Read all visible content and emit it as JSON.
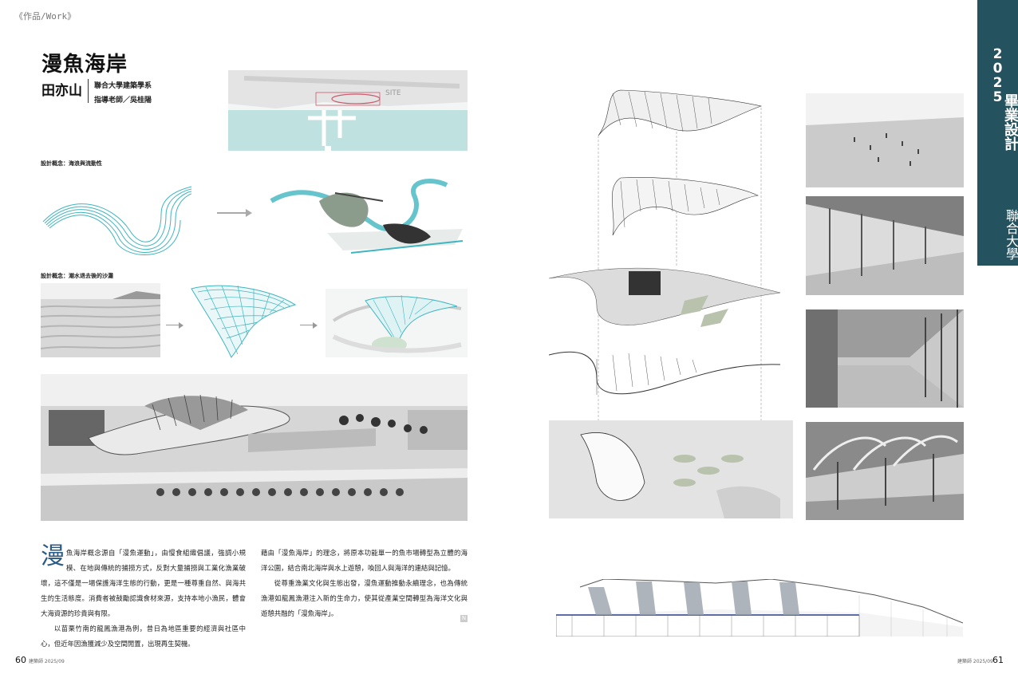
{
  "section_tag": "《作品/Work》",
  "title": "漫魚海岸",
  "author": "田亦山",
  "school": "聯合大學建築學系",
  "advisor": "指導老師／吳桂陽",
  "site_label": "SITE",
  "concept1_caption": "設計概念：海浪與流動性",
  "concept2_caption": "設計概念：潮水退去後的沙灘",
  "body": {
    "dropcap": "漫",
    "p1": "魚海岸概念源自「漫魚運動」，由慢食組織倡議，強調小規模、在地與傳統的捕撈方式，反對大量捕撈與工業化漁業破壞，這不僅是一場保護海洋生態的行動，更是一種尊重自然、與海共生的生活態度。消費者被鼓勵認識食材來源，支持本地小漁民，體會大海資源的珍貴與有限。",
    "p2": "以苗栗竹南的龍鳳漁港為例，昔日為地區重要的經濟與社區中心，但近年因漁獲減少及空間閒置，出現再生契機。",
    "p3": "藉由「漫魚海岸」的理念，將原本功能單一的魚市場轉型為立體的海洋公園，結合南北海岸與水上遊憩，喚回人與海洋的連結與記憶。",
    "p4": "從尊重漁業文化與生態出發，漫魚運動推動永續理念，也為傳統漁港如龍鳳漁港注入新的生命力，使其從產業空間轉型為海洋文化與遊憩共融的「漫魚海岸」。",
    "end_mark": "N"
  },
  "footer": {
    "left_page": "60",
    "left_journal": "建築師 2025/09",
    "right_journal": "建築師 2025/09",
    "right_page": "61"
  },
  "side_band": {
    "year": "2025",
    "label": "畢業設計",
    "school": "聯合大學"
  },
  "colors": {
    "band": "#24525f",
    "dropcap": "#2b5a84",
    "mesh": "#3fb5bf"
  }
}
